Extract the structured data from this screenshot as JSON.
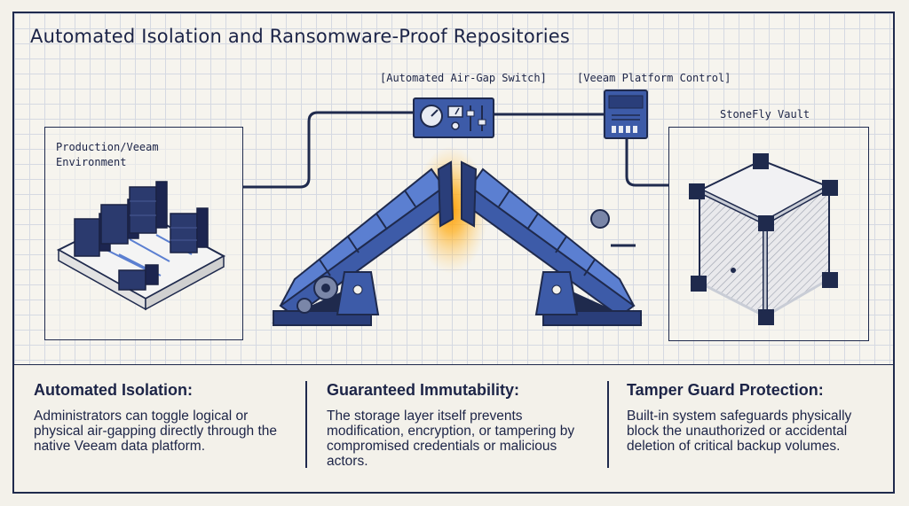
{
  "title": "Automated Isolation and Ransomware-Proof Repositories",
  "labels": {
    "air_gap_switch": "[Automated Air-Gap Switch]",
    "platform_control": "[Veeam Platform Control]",
    "vault": "StoneFly Vault",
    "production": "Production/Veeam\nEnvironment"
  },
  "icons": {
    "production": "server-cluster-icon",
    "air_gap": "air-gap-switch-panel-icon",
    "platform_control": "control-unit-icon",
    "vault": "vault-cube-icon",
    "gate": "drawbridge-gate-icon"
  },
  "colors": {
    "navy": "#1f2a4d",
    "steel_blue": "#3d5ba8",
    "glow": "#ffb020"
  },
  "features": [
    {
      "heading": "Automated Isolation:",
      "body": "Administrators can toggle logical or physical air-gapping directly through the native Veeam data platform."
    },
    {
      "heading": "Guaranteed Immutability:",
      "body": "The storage layer itself prevents modification, encryption, or tampering by compromised credentials or malicious actors."
    },
    {
      "heading": "Tamper Guard Protection:",
      "body": "Built-in system safeguards physically block the unauthorized or accidental deletion of critical backup volumes."
    }
  ]
}
